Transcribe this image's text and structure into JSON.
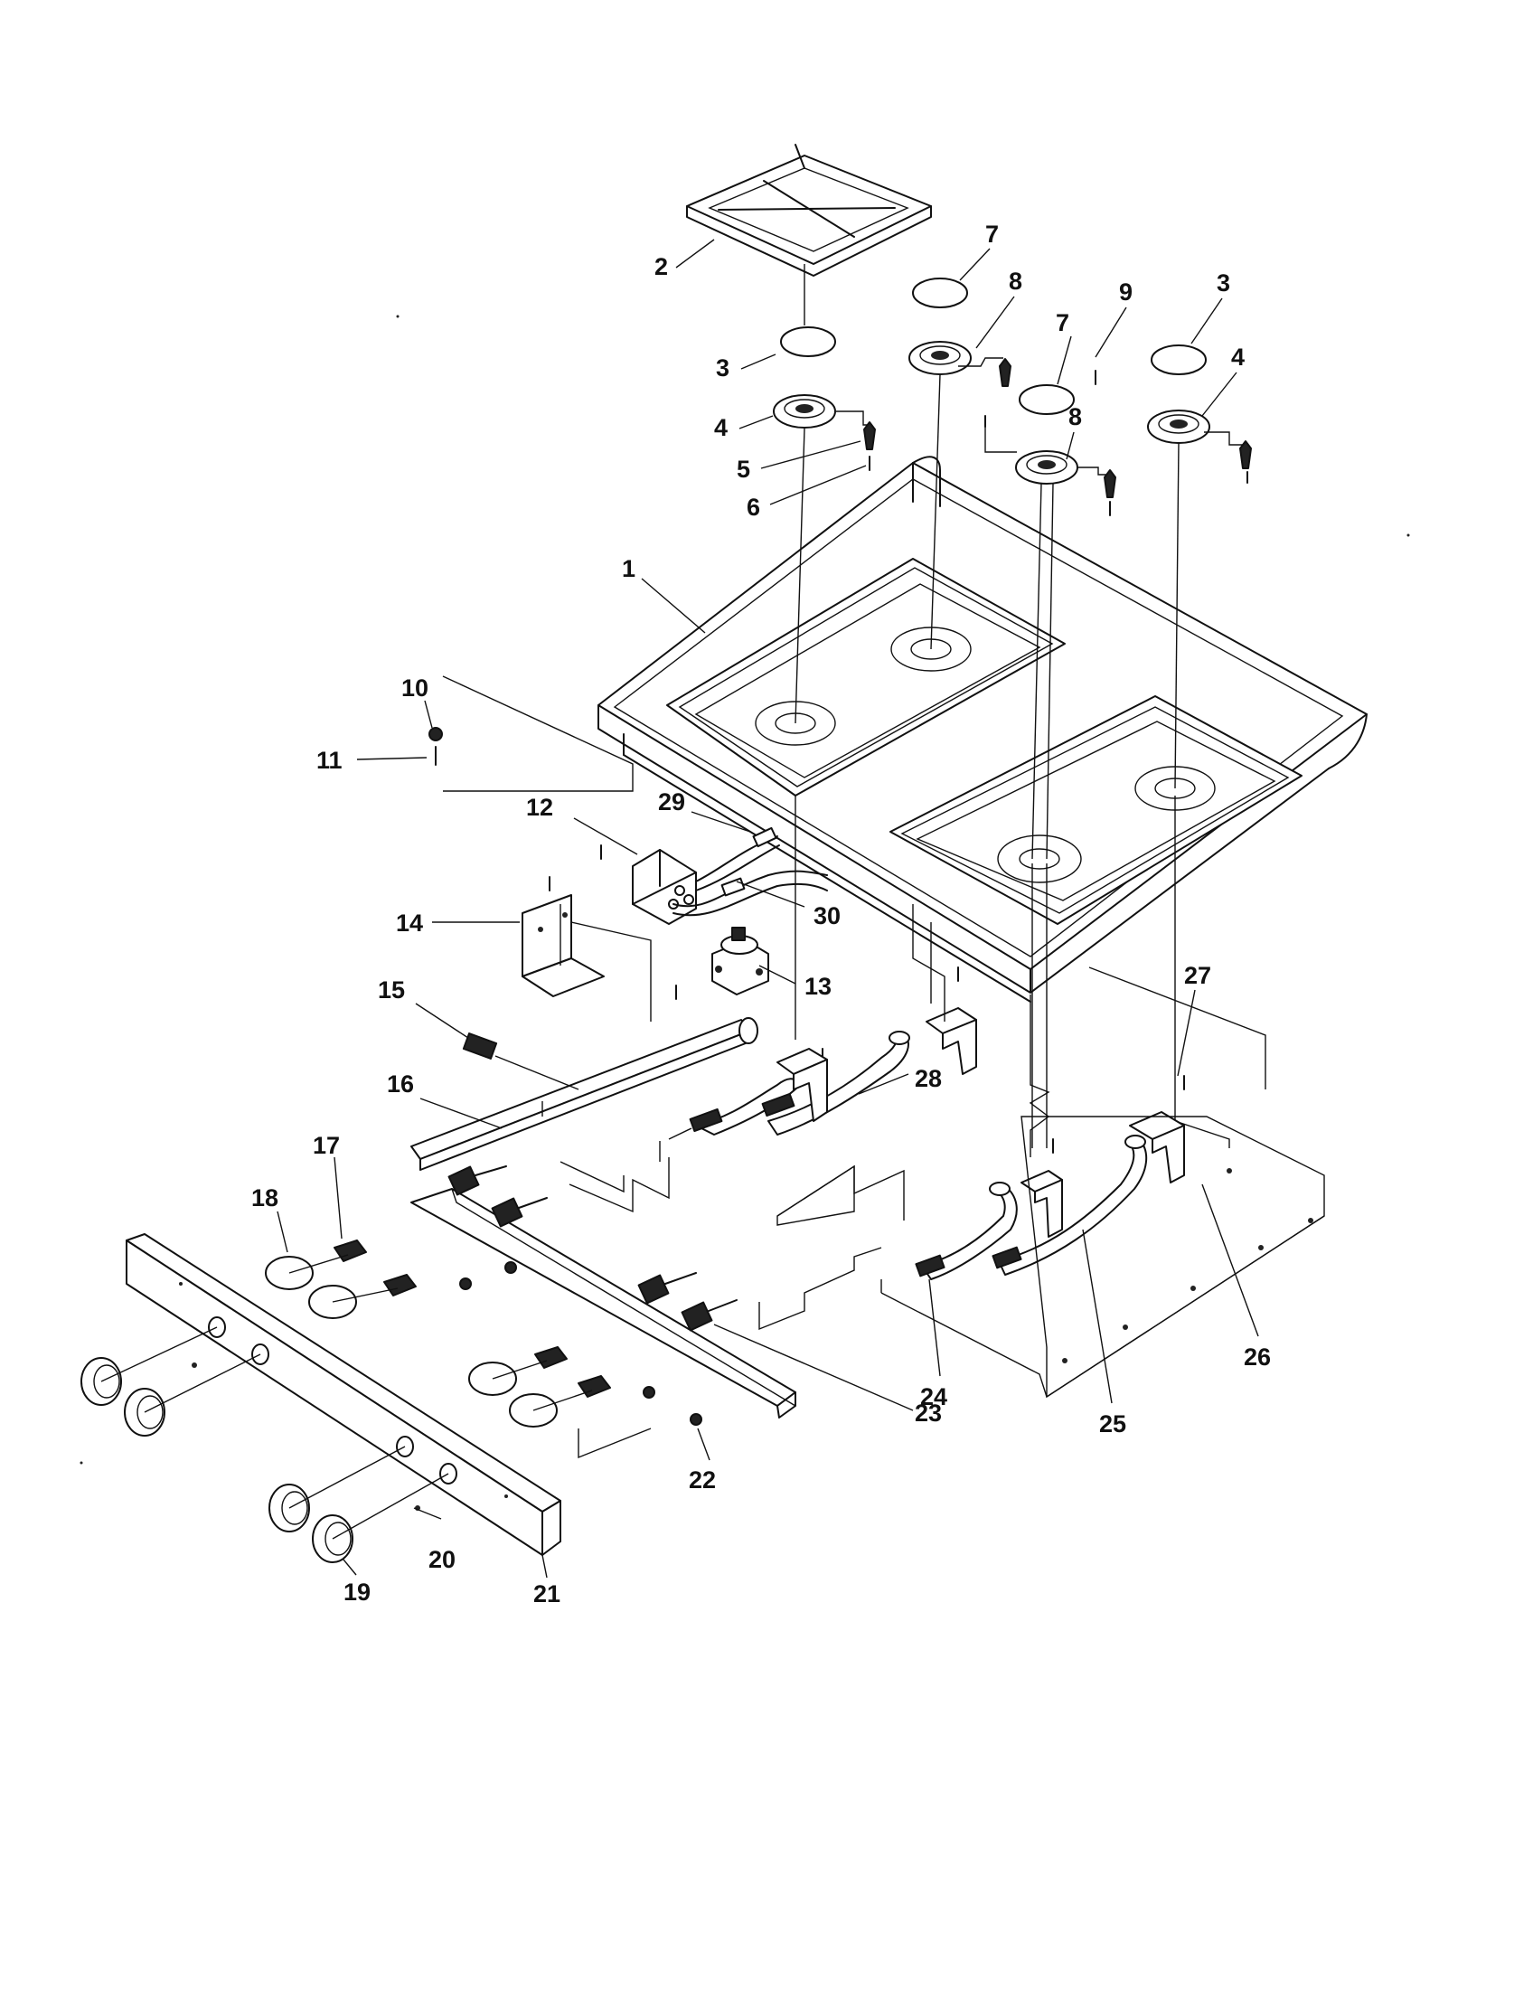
{
  "callouts": [
    {
      "id": "c1",
      "text": "1"
    },
    {
      "id": "c2",
      "text": "2"
    },
    {
      "id": "c3a",
      "text": "3"
    },
    {
      "id": "c3b",
      "text": "3"
    },
    {
      "id": "c4a",
      "text": "4"
    },
    {
      "id": "c4b",
      "text": "4"
    },
    {
      "id": "c5",
      "text": "5"
    },
    {
      "id": "c6",
      "text": "6"
    },
    {
      "id": "c7a",
      "text": "7"
    },
    {
      "id": "c7b",
      "text": "7"
    },
    {
      "id": "c8a",
      "text": "8"
    },
    {
      "id": "c8b",
      "text": "8"
    },
    {
      "id": "c9",
      "text": "9"
    },
    {
      "id": "c10",
      "text": "10"
    },
    {
      "id": "c11",
      "text": "11"
    },
    {
      "id": "c12",
      "text": "12"
    },
    {
      "id": "c13",
      "text": "13"
    },
    {
      "id": "c14",
      "text": "14"
    },
    {
      "id": "c15",
      "text": "15"
    },
    {
      "id": "c16",
      "text": "16"
    },
    {
      "id": "c17",
      "text": "17"
    },
    {
      "id": "c18",
      "text": "18"
    },
    {
      "id": "c19",
      "text": "19"
    },
    {
      "id": "c20",
      "text": "20"
    },
    {
      "id": "c21",
      "text": "21"
    },
    {
      "id": "c22",
      "text": "22"
    },
    {
      "id": "c23",
      "text": "23"
    },
    {
      "id": "c24",
      "text": "24"
    },
    {
      "id": "c25",
      "text": "25"
    },
    {
      "id": "c26",
      "text": "26"
    },
    {
      "id": "c27",
      "text": "27"
    },
    {
      "id": "c28",
      "text": "28"
    },
    {
      "id": "c29",
      "text": "29"
    },
    {
      "id": "c30",
      "text": "30"
    }
  ]
}
